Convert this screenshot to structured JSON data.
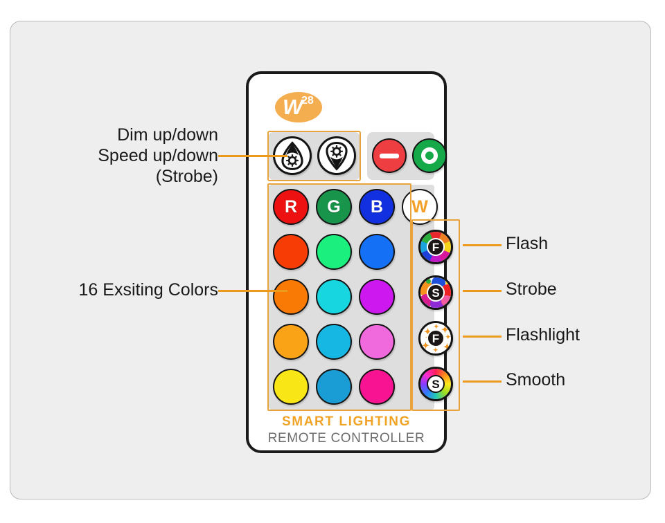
{
  "page": {
    "bg_color": "#ffffff",
    "panel_color": "#eeeeee",
    "accent_color": "#eb9a1e"
  },
  "remote": {
    "logo": {
      "w": "W",
      "sup": "28",
      "color": "#f4ae50"
    },
    "brand_line1": "SMART LIGHTING",
    "brand_line2": "REMOTE CONTROLLER",
    "dim_buttons": [
      {
        "name": "brightness-up",
        "icon": "sun-up-icon"
      },
      {
        "name": "brightness-down",
        "icon": "sun-down-icon"
      }
    ],
    "power_buttons": [
      {
        "name": "power-off",
        "icon": "minus-icon",
        "color": "#ef3e42"
      },
      {
        "name": "power-on",
        "icon": "circle-icon",
        "color": "#16a94a"
      }
    ],
    "color_rows": [
      [
        {
          "label": "R",
          "color": "#ee1111",
          "text_color": "#ffffff"
        },
        {
          "label": "G",
          "color": "#18944b",
          "text_color": "#ffffff"
        },
        {
          "label": "B",
          "color": "#1230e0",
          "text_color": "#ffffff"
        },
        {
          "label": "W",
          "color": "#ffffff",
          "text_color": "#f2a02a"
        }
      ],
      [
        {
          "label": "",
          "color": "#f83c06",
          "text_color": ""
        },
        {
          "label": "",
          "color": "#1bf07e",
          "text_color": ""
        },
        {
          "label": "",
          "color": "#1471f5",
          "text_color": ""
        }
      ],
      [
        {
          "label": "",
          "color": "#fa7a06",
          "text_color": ""
        },
        {
          "label": "",
          "color": "#17d6e0",
          "text_color": ""
        },
        {
          "label": "",
          "color": "#cd18ef",
          "text_color": ""
        }
      ],
      [
        {
          "label": "",
          "color": "#fba317",
          "text_color": ""
        },
        {
          "label": "",
          "color": "#17b7e4",
          "text_color": ""
        },
        {
          "label": "",
          "color": "#f069dd",
          "text_color": ""
        }
      ],
      [
        {
          "label": "",
          "color": "#f8e617",
          "text_color": ""
        },
        {
          "label": "",
          "color": "#1a9dd4",
          "text_color": ""
        },
        {
          "label": "",
          "color": "#f71392",
          "text_color": ""
        }
      ]
    ],
    "mode_buttons": [
      {
        "name": "flash-button",
        "badge": "F",
        "icon": "color-wheel-icon"
      },
      {
        "name": "strobe-button",
        "badge": "S",
        "icon": "color-bubbles-icon"
      },
      {
        "name": "flashlight-button",
        "badge": "F",
        "icon": "sparkles-icon"
      },
      {
        "name": "smooth-button",
        "badge": "S",
        "icon": "rainbow-wheel-icon"
      }
    ]
  },
  "annotations": {
    "left": [
      {
        "name": "dim-speed-label",
        "text": "Dim up/down\nSpeed up/down\n(Strobe)"
      },
      {
        "name": "colors-label",
        "text": "16 Exsiting Colors"
      }
    ],
    "right": [
      {
        "name": "flash-label",
        "text": "Flash"
      },
      {
        "name": "strobe-label",
        "text": "Strobe"
      },
      {
        "name": "flashlight-label",
        "text": "Flashlight"
      },
      {
        "name": "smooth-label",
        "text": "Smooth"
      }
    ]
  }
}
